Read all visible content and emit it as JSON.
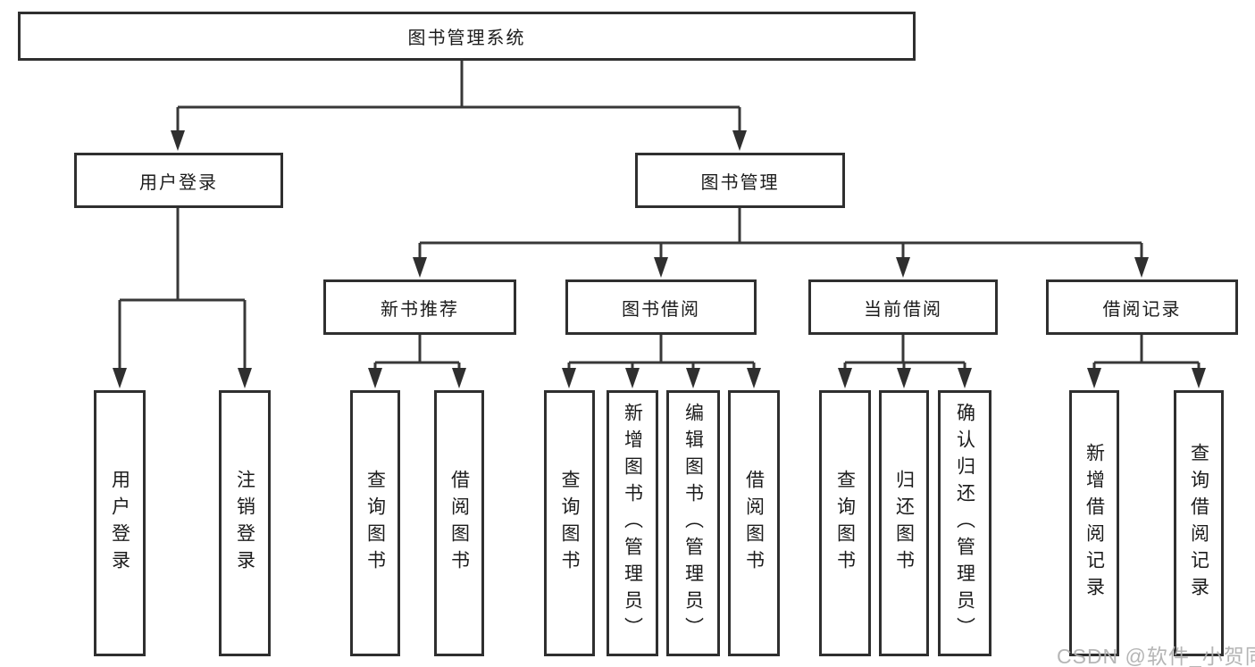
{
  "diagram": {
    "root": {
      "label": "图书管理系统"
    },
    "level2": [
      {
        "id": "user-login",
        "label": "用户登录"
      },
      {
        "id": "book-management",
        "label": "图书管理"
      }
    ],
    "level3": [
      {
        "id": "new-book-recommend",
        "label": "新书推荐",
        "parent": "图书管理"
      },
      {
        "id": "book-borrow",
        "label": "图书借阅",
        "parent": "图书管理"
      },
      {
        "id": "current-borrow",
        "label": "当前借阅",
        "parent": "图书管理"
      },
      {
        "id": "borrow-records",
        "label": "借阅记录",
        "parent": "图书管理"
      }
    ],
    "leaves": [
      {
        "id": "leaf-user-login",
        "label": "用户登录",
        "parent": "用户登录"
      },
      {
        "id": "leaf-logout",
        "label": "注销登录",
        "parent": "用户登录"
      },
      {
        "id": "leaf-query-book-recommend",
        "label": "查询图书",
        "parent": "新书推荐"
      },
      {
        "id": "leaf-borrow-book-recommend",
        "label": "借阅图书",
        "parent": "新书推荐"
      },
      {
        "id": "leaf-query-book-borrow",
        "label": "查询图书",
        "parent": "图书借阅"
      },
      {
        "id": "leaf-add-book-admin",
        "label": "新增图书（管理员）",
        "parent": "图书借阅"
      },
      {
        "id": "leaf-edit-book-admin",
        "label": "编辑图书（管理员）",
        "parent": "图书借阅"
      },
      {
        "id": "leaf-borrow-book",
        "label": "借阅图书",
        "parent": "图书借阅"
      },
      {
        "id": "leaf-query-book-current",
        "label": "查询图书",
        "parent": "当前借阅"
      },
      {
        "id": "leaf-return-book",
        "label": "归还图书",
        "parent": "当前借阅"
      },
      {
        "id": "leaf-confirm-return-admin",
        "label": "确认归还（管理员）",
        "parent": "当前借阅"
      },
      {
        "id": "leaf-add-borrow-record",
        "label": "新增借阅记录",
        "parent": "借阅记录"
      },
      {
        "id": "leaf-query-borrow-record",
        "label": "查询借阅记录",
        "parent": "借阅记录"
      }
    ],
    "watermark": "CSDN @软件_小贺同学",
    "colors": {
      "line": "#383838",
      "arrow_fill": "#2f2f2f",
      "box_border": "#2f2f2f",
      "box_fill": "#ffffff",
      "text": "#1c1c1c",
      "watermark": "#afafaf",
      "background": "#ffffff"
    }
  }
}
